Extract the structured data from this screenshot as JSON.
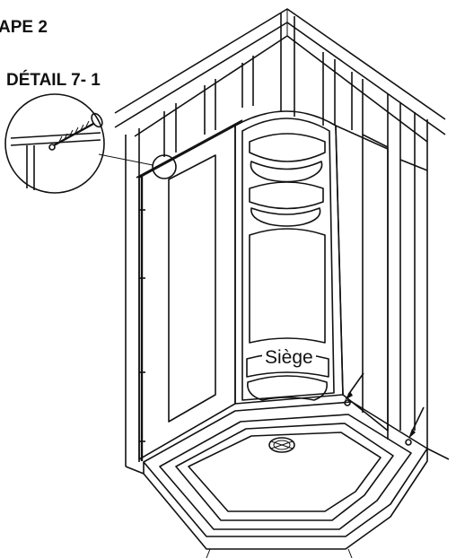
{
  "step_title": "APE 2",
  "detail_title": "DÉTAIL 7- 1",
  "seat_label": "Siège"
}
